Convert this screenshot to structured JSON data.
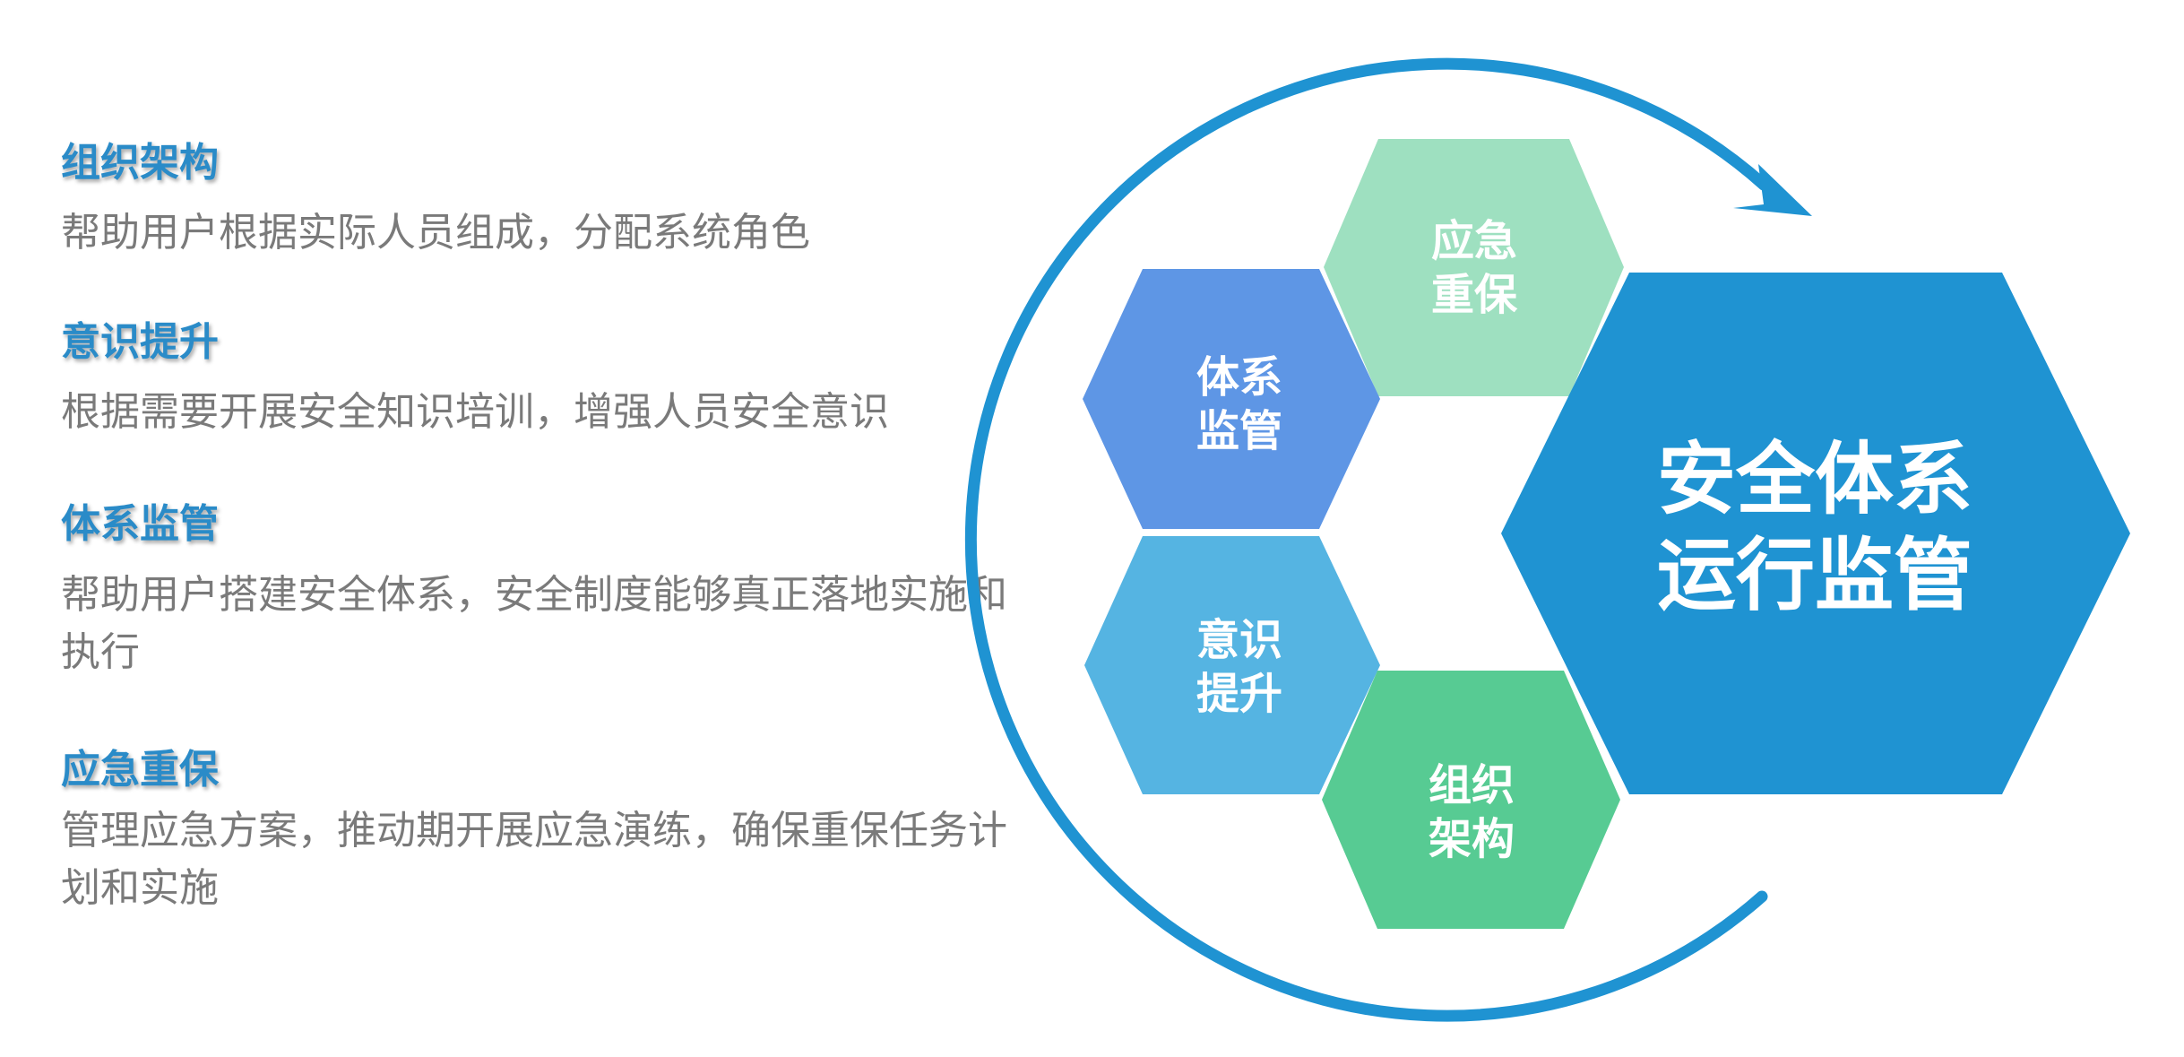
{
  "items": [
    {
      "title": "组织架构",
      "desc": "帮助用户根据实际人员组成，分配系统角色"
    },
    {
      "title": "意识提升",
      "desc": "根据需要开展安全知识培训，增强人员安全意识"
    },
    {
      "title": "体系监管",
      "desc": "帮助用户搭建安全体系，安全制度能够真正落地实施和执行"
    },
    {
      "title": "应急重保",
      "desc": "管理应急方案，推动期开展应急演练，确保重保任务计划和实施"
    }
  ],
  "hexagons": {
    "emergency": {
      "line1": "应急",
      "line2": "重保",
      "color": "#9EE0C0"
    },
    "system": {
      "line1": "体系",
      "line2": "监管",
      "color": "#5E96E5"
    },
    "awareness": {
      "line1": "意识",
      "line2": "提升",
      "color": "#55B4E2"
    },
    "org": {
      "line1": "组织",
      "line2": "架构",
      "color": "#57CB93"
    },
    "main": {
      "line1": "安全体系",
      "line2": "运行监管",
      "color": "#1F93D2"
    }
  },
  "colors": {
    "title": "#2A8BC8",
    "ring": "#1F93D2",
    "body_text": "#7a7a7a"
  }
}
